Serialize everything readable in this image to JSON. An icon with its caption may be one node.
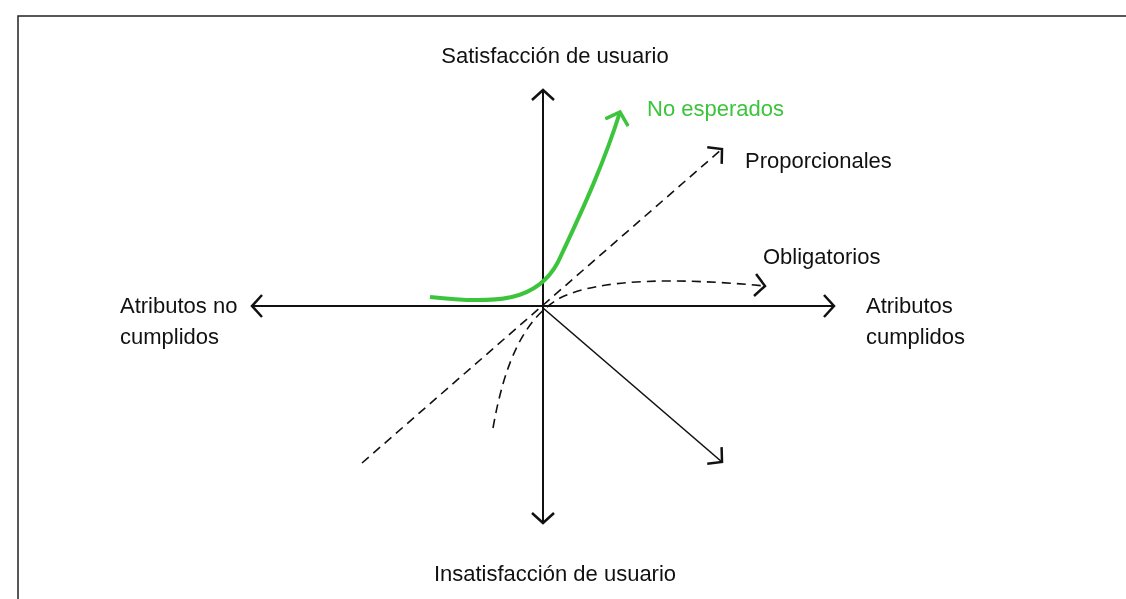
{
  "diagram": {
    "labels": [
      "Satisfacción de usuario",
      "No esperados",
      "Proporcionales",
      "Obligatorios",
      "Atributos no cumplidos",
      "Atributos cumplidos",
      "Insatisfacción de usuario"
    ]
  }
}
